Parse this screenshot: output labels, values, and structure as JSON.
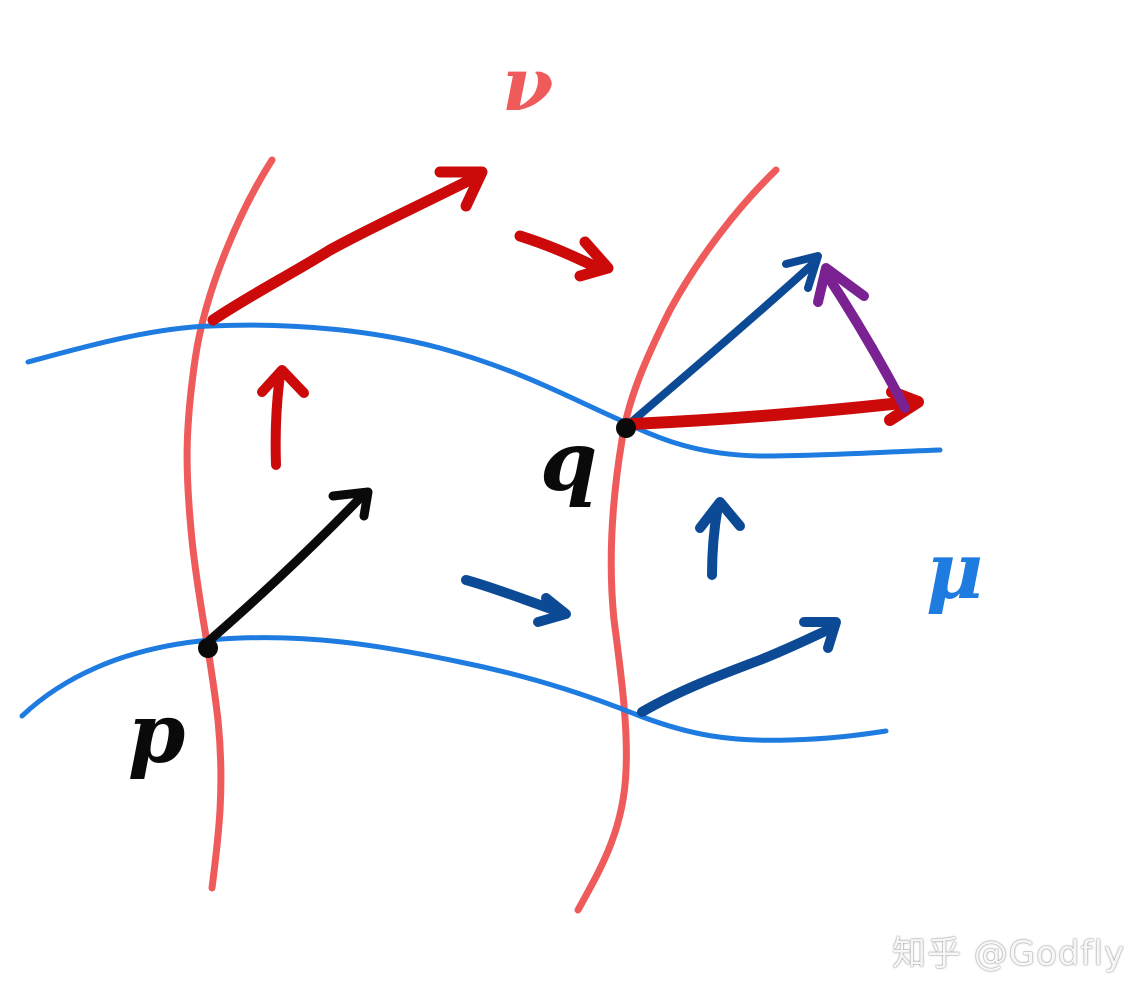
{
  "labels": {
    "point_p": "p",
    "point_q": "q",
    "curve_nu": "ν",
    "curve_mu": "μ"
  },
  "watermark": "知乎 @Godfly",
  "colors": {
    "nu_curves": "#ef5b5b",
    "mu_curves": "#1e7be0",
    "red_vector": "#cc0a0a",
    "navy_vector": "#0d4a96",
    "black_vector": "#0a0a0a",
    "purple_vector": "#7b2292",
    "label_nu": "#ef5b5b",
    "label_mu": "#1e7be0"
  }
}
